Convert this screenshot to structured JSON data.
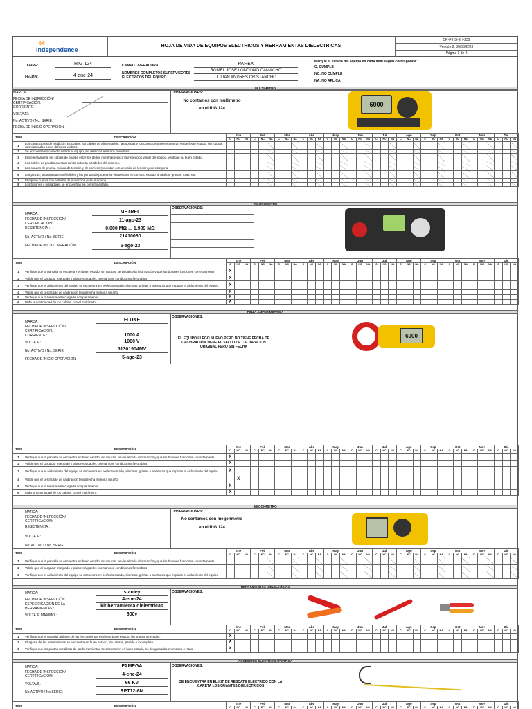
{
  "header": {
    "logo_text": "Independence",
    "title": "HOJA DE VIDA DE EQUIPOS  ELECTRICOS Y HERRAMIENTAS DIELECTRICAS",
    "code": "CR-F-HS-EH-239",
    "version": "Versión 2; 30/08/2023",
    "page": "Página 1 de 2",
    "torre_label": "TORRE:",
    "torre_value": "RIG 124",
    "fecha_label": "FECHA:",
    "fecha_value": "4-ene-24",
    "campo_label": "CAMPO OPERADORA",
    "campo_value": "PAREX",
    "nombres_label": "NOMBRES COMPLETOS SUPERVISORES ELECTRICOS DEL EQUIPO",
    "supervisor1": "ROMEL JOSE LONDOÑO CAMACHO",
    "supervisor2": "JULIAN ANDRES CRISTANCHO",
    "legend_title": "Marque el estado del equipo en cada  ítem según corresponda :",
    "legend_c": "C: CUMPLE",
    "legend_nc": "NC: NO CUMPLE",
    "legend_na": "NA: NO APLICA"
  },
  "months": [
    "Ene",
    "Feb",
    "Mar",
    "Abr",
    "May",
    "Jun",
    "Jul",
    "Ago",
    "Sep",
    "Oct",
    "Nov",
    "Dic"
  ],
  "sub": [
    "C",
    "NC",
    "NA"
  ],
  "labels": {
    "item": "ITEM",
    "descripcion": "DESCRIPCIÓN",
    "observaciones": "OBSERVACIONES:",
    "marca": "MARCA:"
  },
  "multimetro": {
    "section": "MULTIMETRO",
    "f_marca": "MARCA:",
    "f_insp": "FECHA DE INSPECCIÓN/ CERTIFICACIÓN:",
    "f_corr": "CORRIENTE :",
    "f_volt": "VOLTAJE:",
    "f_serie": "No. ACTIVO / No. SERIE:",
    "f_inicio": "FECHA DE INICIO OPERACIÓN:",
    "obs1": "No contamos con multimetro",
    "obs2": "en el  RIG 124",
    "items": [
      "Los conductores de medición asociados, los cables de alimentación, las sondas y los conectores se encuentran en perfecto estado, sin roturas, deshilachados o con defectos visibles.",
      "Se encuentra en correcto estado el equipo, sin defectos externos evidentes.",
      "Entre lentamente los cables de prueba entre los dedos mientras realiza la inspección visual del equipo, verifique su buen estado.",
      "Los cables de prueba cuentan con la cubierta alrededor del extremo.",
      "Las sondas de prueba (sonda de tensión y de corriente) cuentan con  un valor de tensión y de categoría",
      "Las pinzas, las abrazaderas flexibles y las puntas de prueba se encuentran en correcto estado sin daños, grietas, rotas, etc.",
      "El equipo cuenta con estuche de protección para el equipo.",
      "Los botones o pulsadores se encuentran en correcto estado."
    ]
  },
  "telurometro": {
    "section": "TELUROMETRO",
    "f_marca": "MARCA:",
    "v_marca": "METREL",
    "f_insp": "FECHA DE INSPECCIÓN/ CERTIFICACIÓN:",
    "v_insp": "11-ago-23",
    "f_res": "RESISTENCIA :",
    "v_res": "0.000 MΩ ... 1.999 MΩ",
    "f_serie": "No. ACTIVO / No. SERIE:",
    "v_serie": "21410080",
    "f_inicio": "FECHA DE INICIO OPERACIÓN:",
    "v_inicio": "5-ago-23",
    "items": [
      "Verifique que la pantalla se encuentre en buen estado, sin roturas, se visualice la información  y que los botones funcionen correctamente.",
      "Valide que el cargador integrado y pilas recargables cuentan con condiciones favorables",
      "Verifique que el aislamiento del equipo se encuentra en perfecto estado, sin rotos, grietas o aperturas que impidan el aislamiento del equipo.",
      "Valide que el certificado de calibración  tenga fecha menor a un año.",
      "Verifique que la batería este cargada completamente",
      "Mida la continuidad de los cables, con el multímetro."
    ],
    "mark": "X"
  },
  "pinza": {
    "section": "PINZA AMPERIMETRICA",
    "f_marca": "MARCA:",
    "v_marca": "FLUKE",
    "f_insp": "FECHA DE INSPECCIÓN/ CERTIFICACIÓN:",
    "f_corr": "CORRIENTE :",
    "v_corr": "1000 A",
    "f_volt": "VOLTAJE:",
    "v_volt": "1000 V",
    "f_serie": "No. ACTIVO / No. SERIE:",
    "v_serie": "51301904MV",
    "f_inicio": "FECHA DE INICIO OPERACIÓN:",
    "v_inicio": "5-ago-23",
    "obs": "EL EQUIPO LLEGO NUEVO PERO NO TIENE FECHA DE CALIBRACIÓN TIENE EL SELLO DE CALIBRACION ORIGINAL PERO SIN FECHA"
  },
  "page2": {
    "pinza_items": [
      "Verifique que la pantalla se encuentre en buen estado, sin roturas, se visualice la información  y que los botones funcionen correctamente.",
      "Valide que el cargador integrado y pilas recargables cuentan con condiciones favorables",
      "Verifique que el aislamiento del equipo se encuentra en perfecto estado, sin rotos, grietas o aperturas que impidan el aislamiento del equipo.",
      "Valide que el certificado de calibración  tenga fecha menor a un año.",
      "Verifique que la batería este cargada completamente",
      "Mida la continuidad de los cables, con el multímetro."
    ],
    "megohmetro": {
      "section": "MEGOHMETRO",
      "f_marca": "MARCA:",
      "f_insp": "FECHA DE INSPECCIÓN/ CERTIFICACIÓN:",
      "f_res": "RESISTENCIA :",
      "f_volt": "VOLTAJE:",
      "f_serie": "No. ACTIVO / No. SERIE:",
      "obs1": "No contamos con megohmetro",
      "obs2": "en el  RIG 124",
      "items": [
        "Verifique que la pantalla se encuentre en buen estado, sin roturas, se visualice la información  y que los botones funcionen correctamente.",
        "Valide que el cargador integrado y pilas recargables cuentan con condiciones favorables",
        "Verifique que el aislamiento del equipo se encuentra en perfecto estado, sin rotos, grietas o aperturas que impidan el aislamiento del equipo"
      ]
    },
    "herramientas": {
      "section": "HERRAMIENTAS DIELECTRICAS",
      "f_marca": "MARCA:",
      "v_marca": "stanley",
      "f_insp": "FECHA DE INSPECCIÓN",
      "v_insp": "4-ene-24",
      "f_espec": "ESPECIFICACION DE LA HERRAMIENTAS :",
      "v_espec": "kit herramienta dielectricas",
      "f_volt": "VOLTAJE MAXIMO :",
      "v_volt": "600v",
      "items": [
        "Verifique que el material aislante de las herramientas estén en buen estado, sin grietas o rayados.",
        "El agarre de las herramientas se encuentra en buen estado, sin roturas, partido o incompleto.",
        "Verifique que las puntas metálicas de las herramientas se encuentren en buen estado, no desgastadas en exceso o rotas."
      ]
    },
    "accesorio": {
      "section": "ACCESORIO ELECTRICO / PERTIGA",
      "f_marca": "MARCA:",
      "v_marca": "FAMEGA",
      "f_insp": "FECHA DE INSPECCIÓN/ CERTIFICACIÓN:",
      "v_insp": "4-ene-24",
      "f_volt": "VOLTAJE:",
      "v_volt": "66 KV",
      "f_serie": "No.ACTIVO / No.SERIE:",
      "v_serie": "RPT12-6M",
      "obs": "SE ENCUENTRA EN EL KIT DE RESCATE ELECTRICO CON LA CARETA LOS GUANTES DIELECTRICOS"
    }
  },
  "colors": {
    "logo_orange": "#ff9a1e",
    "logo_blue": "#1e5aa8",
    "fluke_yellow": "#f2c200",
    "grey_bar": "#dddddd"
  }
}
